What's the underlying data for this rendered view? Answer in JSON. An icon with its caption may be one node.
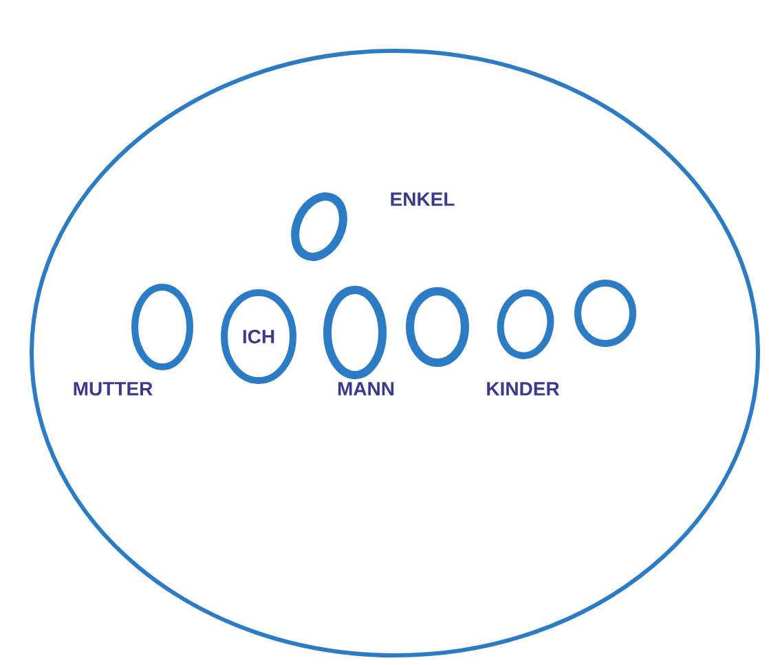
{
  "diagram": {
    "nodes": [
      {
        "text": [],
        "shape": "circle"
      },
      {
        "text": [],
        "shape": "circle",
        "beside": [
          "ENKEL"
        ],
        "in": 0
      },
      {
        "text": [],
        "shape": "circle",
        "beside": [
          "MUTTER"
        ],
        "in": 0
      },
      {
        "text": [
          "ICH"
        ],
        "in": 0
      },
      {
        "text": [],
        "shape": "circle",
        "beside": [
          "MANN"
        ],
        "in": 0
      },
      {
        "text": [],
        "shape": "circle",
        "in": 0
      },
      {
        "text": [],
        "shape": "circle",
        "in": 0
      },
      {
        "text": [],
        "shape": "circle",
        "in": 0
      }
    ],
    "edges": [],
    "labels": [
      "KINDER"
    ]
  }
}
